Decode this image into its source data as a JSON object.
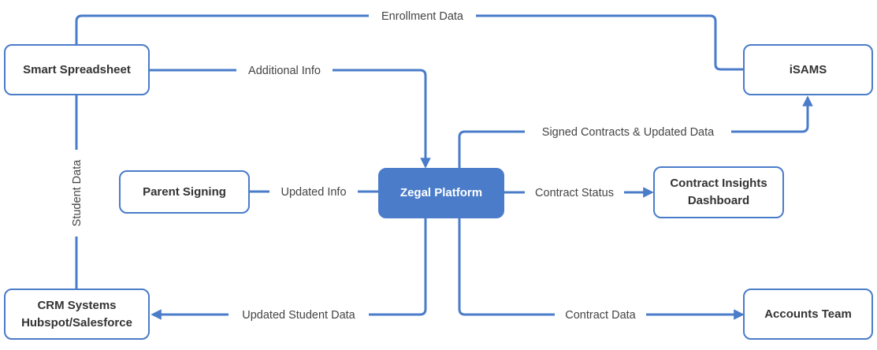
{
  "colors": {
    "accent": "#4a7cc9",
    "node_border": "#4a7cc9",
    "node_fill": "#ffffff",
    "primary_fill": "#4a7cc9",
    "primary_text": "#ffffff",
    "text": "#333333",
    "edge_label": "#444444"
  },
  "nodes": {
    "smart_spreadsheet": {
      "label": "Smart Spreadsheet"
    },
    "isams": {
      "label": "iSAMS"
    },
    "parent_signing": {
      "label": "Parent Signing"
    },
    "zegal_platform": {
      "label": "Zegal Platform"
    },
    "contract_insights": {
      "line1": "Contract Insights",
      "line2": "Dashboard"
    },
    "crm_systems": {
      "line1": "CRM Systems",
      "line2": "Hubspot/Salesforce"
    },
    "accounts_team": {
      "label": "Accounts Team"
    }
  },
  "edges": {
    "enrollment_data": "Enrollment Data",
    "additional_info": "Additional Info",
    "signed_contracts": "Signed Contracts & Updated Data",
    "updated_info": "Updated Info",
    "contract_status": "Contract Status",
    "student_data": "Student Data",
    "updated_student_data": "Updated Student Data",
    "contract_data": "Contract Data"
  }
}
